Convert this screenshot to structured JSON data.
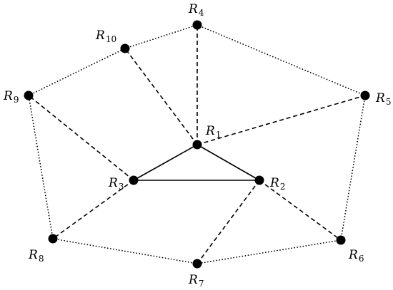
{
  "diagram": {
    "colors": {
      "stroke": "#000000",
      "node": "#000000",
      "background": "#ffffff"
    },
    "nodes": [
      {
        "id": "R1",
        "base": "R",
        "sub": "1"
      },
      {
        "id": "R2",
        "base": "R",
        "sub": "2"
      },
      {
        "id": "R3",
        "base": "R",
        "sub": "3"
      },
      {
        "id": "R4",
        "base": "R",
        "sub": "4"
      },
      {
        "id": "R5",
        "base": "R",
        "sub": "5"
      },
      {
        "id": "R6",
        "base": "R",
        "sub": "6"
      },
      {
        "id": "R7",
        "base": "R",
        "sub": "7"
      },
      {
        "id": "R8",
        "base": "R",
        "sub": "8"
      },
      {
        "id": "R9",
        "base": "R",
        "sub": "9"
      },
      {
        "id": "R10",
        "base": "R",
        "sub": "10"
      }
    ],
    "edges": [
      {
        "from": "R1",
        "to": "R2",
        "style": "solid"
      },
      {
        "from": "R2",
        "to": "R3",
        "style": "solid"
      },
      {
        "from": "R3",
        "to": "R1",
        "style": "solid"
      },
      {
        "from": "R1",
        "to": "R4",
        "style": "dashed"
      },
      {
        "from": "R1",
        "to": "R5",
        "style": "dashed"
      },
      {
        "from": "R1",
        "to": "R10",
        "style": "dashed"
      },
      {
        "from": "R2",
        "to": "R6",
        "style": "dashed"
      },
      {
        "from": "R2",
        "to": "R7",
        "style": "dashed"
      },
      {
        "from": "R3",
        "to": "R8",
        "style": "dashed"
      },
      {
        "from": "R3",
        "to": "R9",
        "style": "dashed"
      },
      {
        "from": "R4",
        "to": "R5",
        "style": "dotted"
      },
      {
        "from": "R5",
        "to": "R6",
        "style": "dotted"
      },
      {
        "from": "R6",
        "to": "R7",
        "style": "dotted"
      },
      {
        "from": "R7",
        "to": "R8",
        "style": "dotted"
      },
      {
        "from": "R8",
        "to": "R9",
        "style": "dotted"
      },
      {
        "from": "R9",
        "to": "R10",
        "style": "dotted"
      },
      {
        "from": "R10",
        "to": "R4",
        "style": "dotted"
      }
    ]
  }
}
